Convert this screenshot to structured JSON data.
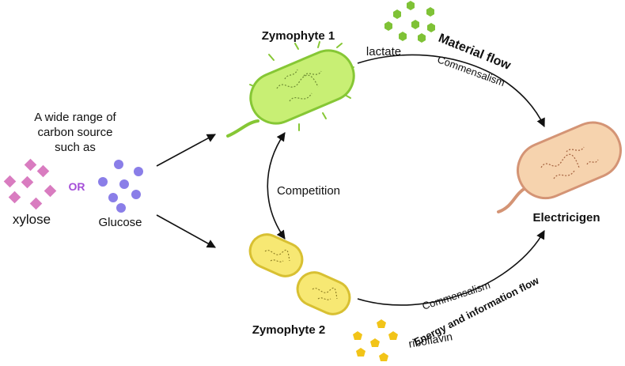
{
  "carbon_source": {
    "intro": [
      "A wide range of",
      "carbon source",
      "such as"
    ],
    "option_a": "xylose",
    "connector": "OR",
    "option_b": "Glucose"
  },
  "organisms": {
    "zymophyte1": "Zymophyte 1",
    "zymophyte2": "Zymophyte 2",
    "electricigen": "Electricigen"
  },
  "metabolites": {
    "lactate": "lactate",
    "riboflavin": "riboflavin"
  },
  "relations": {
    "competition": "Competition",
    "commensalism_top": "Commensalism",
    "commensalism_bottom": "Commensalism",
    "material_flow": "Material flow",
    "energy_flow": "Energy and information flow"
  },
  "colors": {
    "xylose": "#d97cc0",
    "glucose": "#8a7ee8",
    "or_text": "#a54fd8",
    "lactate": "#7fc236",
    "riboflavin": "#f2c418",
    "zymophyte1_fill": "#c8ef74",
    "zymophyte1_stroke": "#86c735",
    "zymophyte2_fill": "#f7e873",
    "zymophyte2_stroke": "#d8c032",
    "electricigen_fill": "#f6d3ae",
    "electricigen_stroke": "#d49475"
  }
}
